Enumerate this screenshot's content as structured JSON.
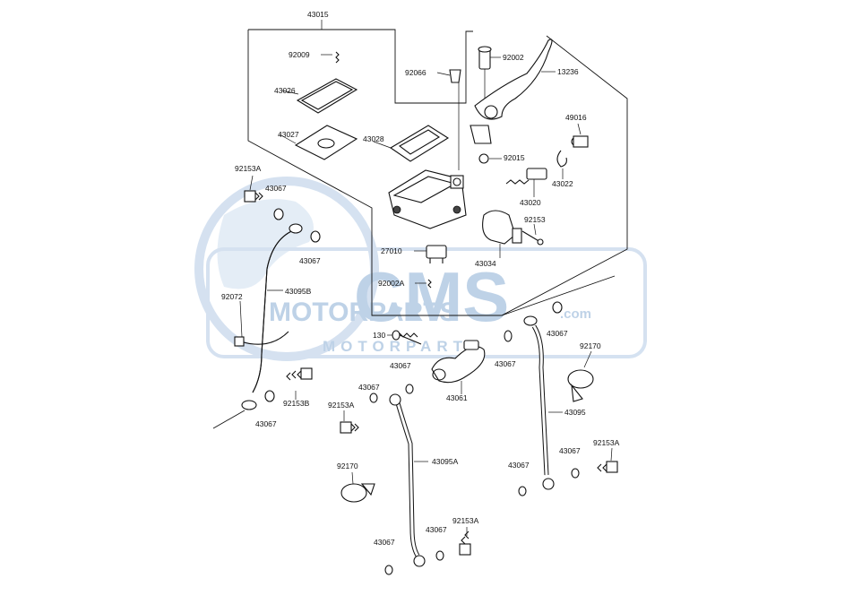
{
  "watermark": {
    "brand_big": "CMS",
    "brand_line": "MOTORPARTS",
    "domain_suffix": ".com",
    "subline": "MOTORPARTS",
    "color": "#a9c3df"
  },
  "parts": {
    "p43015": "43015",
    "p92009": "92009",
    "p43026": "43026",
    "p43027": "43027",
    "p43028": "43028",
    "p92066": "92066",
    "p92002": "92002",
    "p13236": "13236",
    "p49016": "49016",
    "p92015": "92015",
    "p43022": "43022",
    "p43020": "43020",
    "p92153": "92153",
    "p27010": "27010",
    "p43034": "43034",
    "p92002A": "92002A",
    "p92153A_top": "92153A",
    "p43067_a": "43067",
    "p43067_b": "43067",
    "p92072": "92072",
    "p43095B": "43095B",
    "p43067_c": "43067",
    "p92153B": "92153B",
    "p130": "130",
    "p43067_d": "43067",
    "p43061": "43061",
    "p43067_e": "43067",
    "p43067_f": "43067",
    "p92170_r": "92170",
    "p43095": "43095",
    "p43067_g": "43067",
    "p92153A_r": "92153A",
    "p43067_h": "43067",
    "p92153A_m": "92153A",
    "p92170_l": "92170",
    "p43095A": "43095A",
    "p43067_i": "43067",
    "p92153A_b": "92153A",
    "p43067_j": "43067"
  }
}
